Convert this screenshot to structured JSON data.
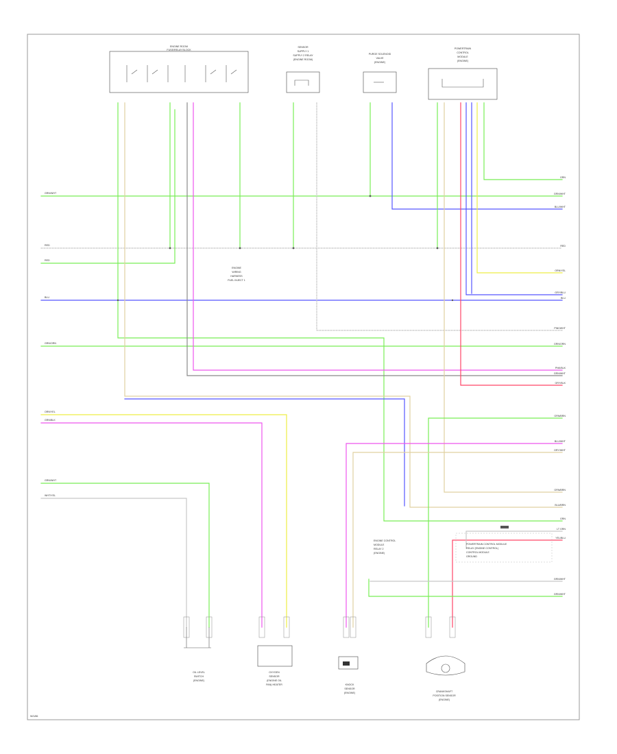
{
  "page": {
    "footer_code": "W/1/86"
  },
  "colors": {
    "green": "#77ee55",
    "blue": "#5555ff",
    "magenta": "#ee55ee",
    "yellow": "#eeee44",
    "tan": "#e0d0a0",
    "red": "#ff4466",
    "grey": "#888888",
    "lightgrey": "#c8c8c8",
    "frame": "#999999"
  },
  "components": {
    "fuse_box": {
      "title1": "ENGINE ROOM",
      "title2": "FUSE/RELAY BLOCK"
    },
    "sensor_top2": {
      "lines": [
        "SENSOR",
        "SUPPLY 1",
        "SUPPLY 2 RELAY",
        "(ENGINE ROOM)"
      ]
    },
    "sensor_top3": {
      "lines": [
        "PURGE SOLENOID",
        "VALVE",
        "(ENGINE)"
      ]
    },
    "pcm_top": {
      "lines": [
        "POWERTRAIN",
        "CONTROL",
        "MODULE",
        "(ENGINE)"
      ]
    },
    "splice_label": [
      "ENGINE",
      "WIRING",
      "HARNESS",
      "FUEL INJECT 1"
    ],
    "ecm_label": [
      "ENGINE CONTROL",
      "MODULE",
      "RELAY 2",
      "(ENGINE)"
    ],
    "right_box": [
      "POWERTRAIN CONTROL MODULE",
      "RELAY (ENGINE CONTROL)",
      "CONTROL MODULE",
      "GROUND"
    ],
    "bottom1": [
      "OIL LEVEL",
      "SWITCH",
      "(ENGINE)"
    ],
    "bottom2": [
      "OXYGEN",
      "SENSOR",
      "(ENGINE OIL",
      "PAN) HEATER"
    ],
    "bottom3": [
      "KNOCK",
      "SENSOR",
      "(ENGINE)"
    ],
    "bottom4": [
      "CRANKSHAFT",
      "POSITION SENSOR",
      "(ENGINE)"
    ]
  },
  "wire_labels_left": [
    "GRN/WHT",
    "RED",
    "RED",
    "BLU",
    "GRN/ORN",
    "ORN/YEL",
    "GRN/BLK",
    "GRN/WHT",
    "WHT/YEL"
  ],
  "wire_labels_right": [
    "GRN",
    "GRN/WHT",
    "BLU/WHT",
    "RED",
    "ORN/YEL",
    "GRY/BLU",
    "BLU",
    "PNK/WHT",
    "GRN/ORN",
    "PNK/BLK",
    "GRN/WHT",
    "GRY/BLK",
    "GRN/BRN",
    "BLU/WHT",
    "GRY/WHT",
    "GRN/BRN",
    "BLU/BRN",
    "GRN",
    "LT GRN",
    "YEL/BLU",
    "GRN/WHT",
    "GRN/WHT"
  ]
}
